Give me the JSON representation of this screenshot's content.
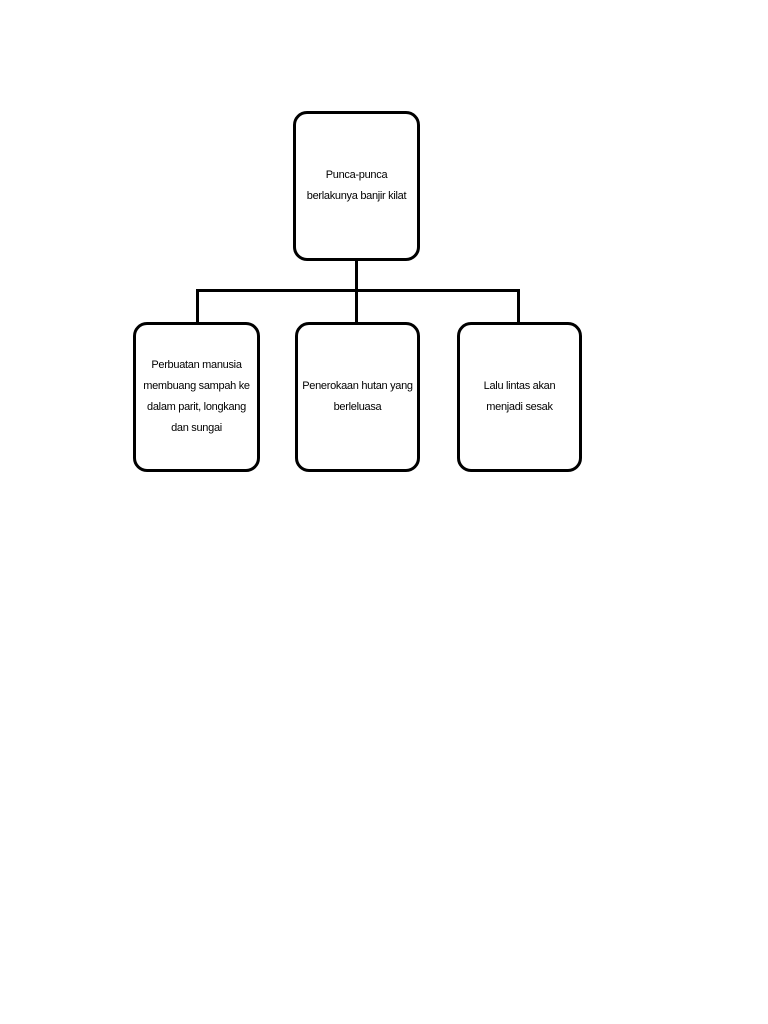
{
  "page": {
    "background": "#ffffff"
  },
  "diagram": {
    "type": "flowchart",
    "colors": {
      "box_border": "#000000",
      "box_fill": "#ffffff",
      "text": "#000000",
      "connector": "#000000"
    },
    "root": {
      "label": "Punca-punca\nberlakunya banjir kilat"
    },
    "children": [
      {
        "label": "Perbuatan manusia\nmembuang sampah ke\ndalam parit, longkang\ndan sungai"
      },
      {
        "label": "Penerokaan hutan yang\nberleluasa"
      },
      {
        "label": "Lalu lintas akan\nmenjadi sesak"
      }
    ]
  }
}
